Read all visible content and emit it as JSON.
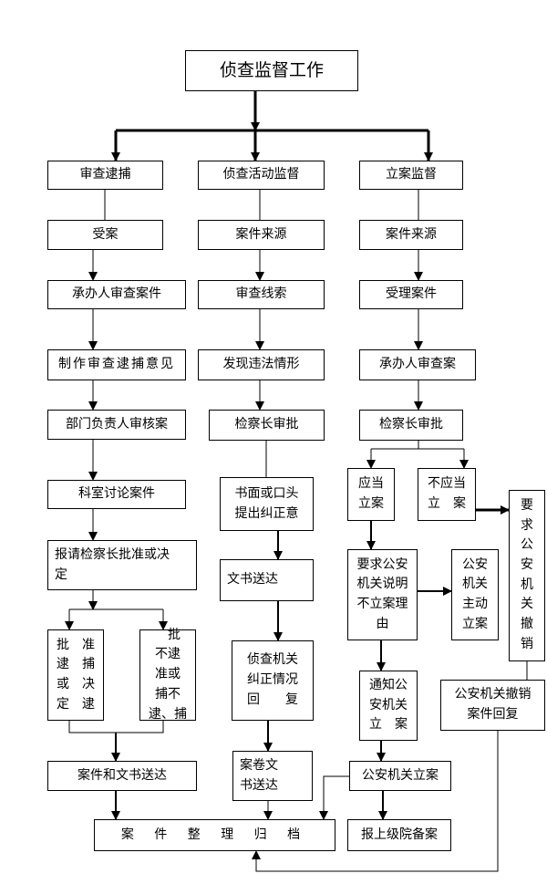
{
  "title": "侦查监督工作",
  "columns": {
    "arrest_review": {
      "header": "审查逮捕",
      "steps": [
        "受案",
        "承办人审查案件",
        "制作审查逮捕意见",
        "部门负责人审核案",
        "科室讨论案件",
        "报请检察长批准或决\n定"
      ],
      "approve": "批　准\n逮　捕\n或　决\n定　逮",
      "reject": "　批\n不逮\n准或\n捕不\n逮、捕",
      "send": "案件和文书送达"
    },
    "investigation_supervision": {
      "header": "侦查活动监督",
      "steps": [
        "案件来源",
        "审查线索",
        "发现违法情形",
        "检察长审批",
        "书面或口头\n提出纠正意",
        "文书送达",
        "侦查机关\n纠正情况\n回　　复",
        "案卷文\n书送达"
      ]
    },
    "case_filing_supervision": {
      "header": "立案监督",
      "steps": [
        "案件来源",
        "受理案件",
        "承办人审查案",
        "检察长审批"
      ],
      "should_file": "应当\n立案",
      "should_not_file": "不应当\n立　案",
      "require_explain": "要求公安\n机关说明\n不立案理\n由",
      "police_active": "公安\n机关\n主动\n立案",
      "notify_police": "通知公\n安机关\n立　案",
      "police_filed": "公安机关立案",
      "require_revoke": "要\n求\n公\n安\n机\n关\n撤\n销",
      "police_revoke_reply": "公安机关撤销\n案件回复"
    }
  },
  "archive": "案 件 整 理 归 档",
  "report_superior": "报上级院备案"
}
